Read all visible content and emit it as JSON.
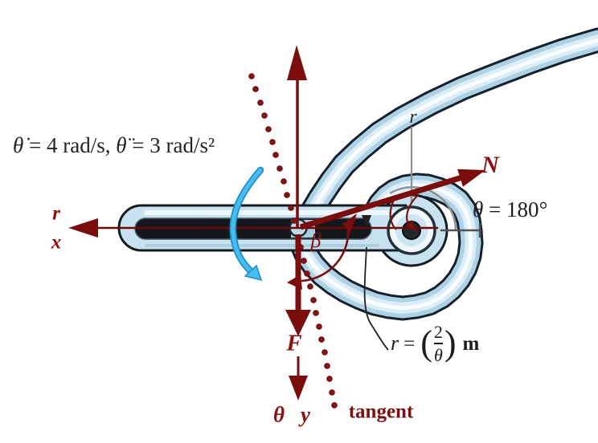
{
  "figure": {
    "equations": {
      "rates": {
        "theta_dot_symbol": "θ̇",
        "rates_mid": " = 4 rad/s, ",
        "theta_ddot_symbol": "θ̈",
        "rates_end": " = 3 rad/s²"
      },
      "theta_position": {
        "symbol": "θ",
        "value": " = 180°"
      },
      "spiral": {
        "lhs": "r",
        "equals": "=",
        "open_paren": "(",
        "numerator": "2",
        "denominator": "θ",
        "close_paren": ")",
        "unit": "m"
      }
    },
    "axis_labels": {
      "r_axis": "r",
      "x_axis": "x",
      "theta_axis": "θ",
      "y_axis": "y",
      "r_dimension": "r"
    },
    "force_labels": {
      "normal": "N",
      "slot_force": "F"
    },
    "angle_labels": {
      "beta": "β"
    },
    "annotations": {
      "tangent": "tangent"
    },
    "colors": {
      "arrow_red": "#7c0d0d",
      "label_red": "#8b1010",
      "dot_red": "#8b1212",
      "tube_blue": "#aed2e5",
      "tube_outline": "#16212b",
      "highlight": "#f8fdff",
      "cyan": "#45bdf0",
      "gray": "#909698",
      "text_black": "#1f1f1f"
    }
  }
}
